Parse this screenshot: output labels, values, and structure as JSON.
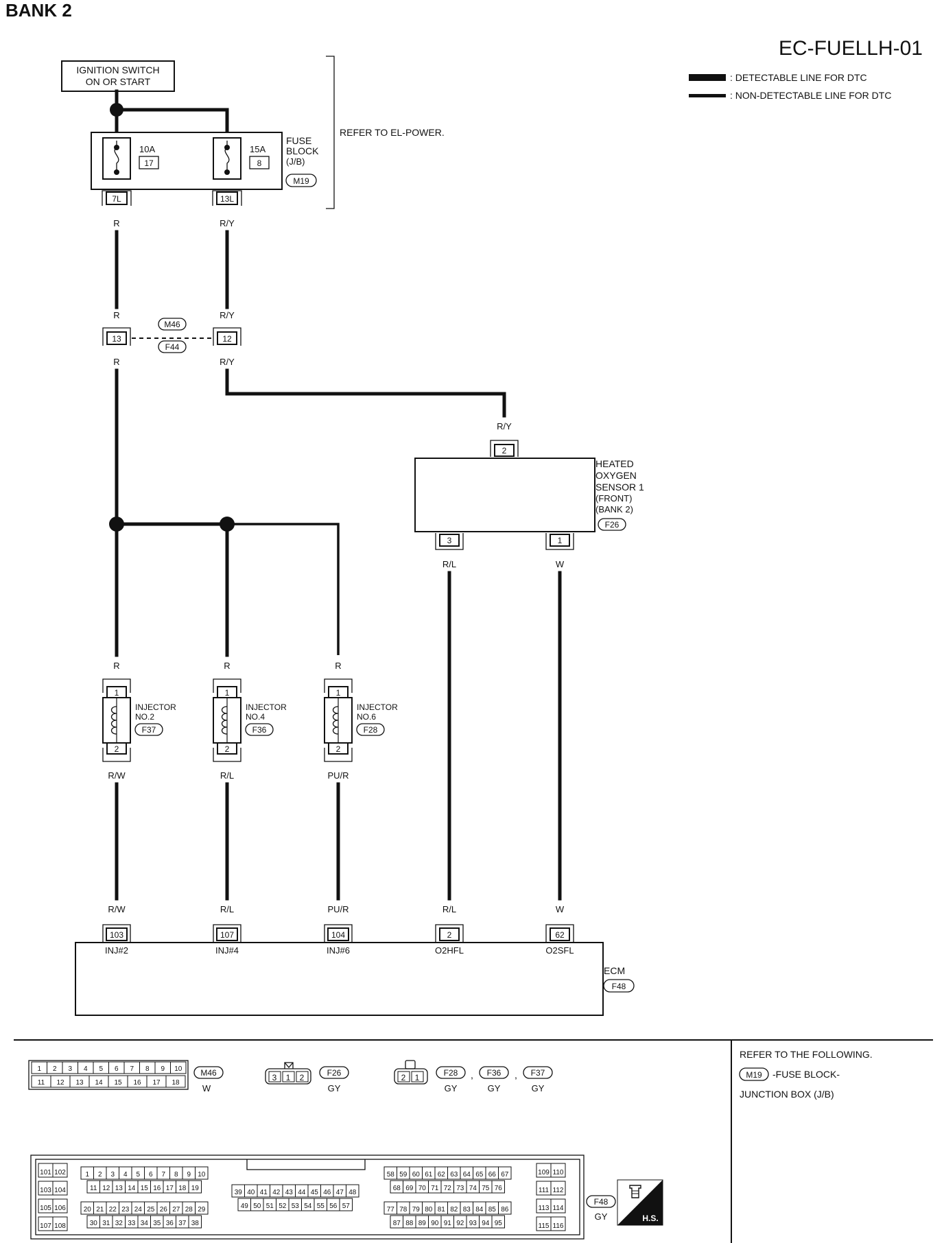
{
  "header": {
    "bank": "BANK 2",
    "code": "EC-FUELLH-01",
    "legend_detectable": ": DETECTABLE LINE FOR DTC",
    "legend_non_detectable": ": NON-DETECTABLE LINE FOR DTC"
  },
  "ignition": {
    "line1": "IGNITION SWITCH",
    "line2": "ON OR START"
  },
  "fuse_block": {
    "l1": "FUSE",
    "l2": "BLOCK",
    "l3": "(J/B)",
    "conn": "M19",
    "refer": "REFER TO EL-POWER.",
    "fuse_a_amp": "10A",
    "fuse_a_num": "17",
    "fuse_a_term": "7L",
    "fuse_b_amp": "15A",
    "fuse_b_num": "8",
    "fuse_b_term": "13L"
  },
  "wires": {
    "r": "R",
    "ry": "R/Y",
    "rw": "R/W",
    "rl": "R/L",
    "pur": "PU/R",
    "w": "W"
  },
  "harness": {
    "conn_top": "M46",
    "conn_bot": "F44",
    "pin_r": "13",
    "pin_ry": "12"
  },
  "o2_sensor": {
    "l1": "HEATED",
    "l2": "OXYGEN",
    "l3": "SENSOR 1",
    "l4": "(FRONT)",
    "l5": "(BANK 2)",
    "conn": "F26",
    "pin_top": "2",
    "pin_left": "3",
    "pin_right": "1"
  },
  "injectors": [
    {
      "l1": "INJECTOR",
      "l2": "NO.2",
      "conn": "F37",
      "pin1": "1",
      "pin2": "2"
    },
    {
      "l1": "INJECTOR",
      "l2": "NO.4",
      "conn": "F36",
      "pin1": "1",
      "pin2": "2"
    },
    {
      "l1": "INJECTOR",
      "l2": "NO.6",
      "conn": "F28",
      "pin1": "1",
      "pin2": "2"
    }
  ],
  "ecm": {
    "label": "ECM",
    "conn": "F48",
    "pins": [
      {
        "num": "103",
        "name": "INJ#2"
      },
      {
        "num": "107",
        "name": "INJ#4"
      },
      {
        "num": "104",
        "name": "INJ#6"
      },
      {
        "num": "2",
        "name": "O2HFL"
      },
      {
        "num": "62",
        "name": "O2SFL"
      }
    ]
  },
  "connectors_legend": {
    "m46_row1": [
      "1",
      "2",
      "3",
      "4",
      "5",
      "6",
      "7",
      "8",
      "9",
      "10"
    ],
    "m46_row2": [
      "11",
      "12",
      "13",
      "14",
      "15",
      "16",
      "17",
      "18"
    ],
    "m46": "M46",
    "m46_color": "W",
    "f26_pins": [
      "3",
      "1",
      "2"
    ],
    "f26": "F26",
    "f26_color": "GY",
    "inj_pins": [
      "2",
      "1"
    ],
    "f28": "F28",
    "f36": "F36",
    "f37": "F37",
    "gy": "GY",
    "comma": ","
  },
  "refer_box": {
    "line1": "REFER TO THE FOLLOWING.",
    "conn": "M19",
    "line2": "-FUSE BLOCK-",
    "line3": "JUNCTION BOX (J/B)"
  },
  "ecm_connector": {
    "conn": "F48",
    "color": "GY",
    "hs": "H.S.",
    "left_col": [
      [
        "101",
        "102"
      ],
      [
        "103",
        "104"
      ],
      [
        "105",
        "106"
      ],
      [
        "107",
        "108"
      ]
    ],
    "right_col": [
      [
        "109",
        "110"
      ],
      [
        "111",
        "112"
      ],
      [
        "113",
        "114"
      ],
      [
        "115",
        "116"
      ]
    ],
    "b1r1": [
      "1",
      "2",
      "3",
      "4",
      "5",
      "6",
      "7",
      "8",
      "9",
      "10"
    ],
    "b1r2": [
      "11",
      "12",
      "13",
      "14",
      "15",
      "16",
      "17",
      "18",
      "19"
    ],
    "b1r3": [
      "20",
      "21",
      "22",
      "23",
      "24",
      "25",
      "26",
      "27",
      "28",
      "29"
    ],
    "b1r4": [
      "30",
      "31",
      "32",
      "33",
      "34",
      "35",
      "36",
      "37",
      "38"
    ],
    "b2r1": [
      "39",
      "40",
      "41",
      "42",
      "43",
      "44",
      "45",
      "46",
      "47",
      "48"
    ],
    "b2r2": [
      "49",
      "50",
      "51",
      "52",
      "53",
      "54",
      "55",
      "56",
      "57"
    ],
    "b3r1": [
      "58",
      "59",
      "60",
      "61",
      "62",
      "63",
      "64",
      "65",
      "66",
      "67"
    ],
    "b3r2": [
      "68",
      "69",
      "70",
      "71",
      "72",
      "73",
      "74",
      "75",
      "76"
    ],
    "b3r3": [
      "77",
      "78",
      "79",
      "80",
      "81",
      "82",
      "83",
      "84",
      "85",
      "86"
    ],
    "b3r4": [
      "87",
      "88",
      "89",
      "90",
      "91",
      "92",
      "93",
      "94",
      "95"
    ]
  }
}
